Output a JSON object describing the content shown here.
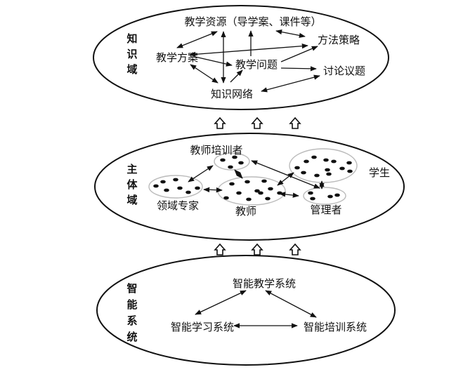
{
  "knowledge_domain": {
    "label_chars": [
      "知",
      "识",
      "域"
    ],
    "nodes": {
      "resources": "教学资源（导学案、课件等）",
      "methods": "方法策略",
      "plan": "教学方案",
      "problems": "教学问题",
      "topics": "讨论议题",
      "network": "知识网络"
    }
  },
  "subject_domain": {
    "label_chars": [
      "主",
      "体",
      "域"
    ],
    "nodes": {
      "trainer": "教师培训者",
      "student": "学生",
      "expert": "领域专家",
      "teacher": "教师",
      "manager": "管理者"
    }
  },
  "intelligent_system": {
    "label_chars": [
      "智",
      "能",
      "系",
      "统"
    ],
    "nodes": {
      "teaching": "智能教学系统",
      "learning": "智能学习系统",
      "training": "智能培训系统"
    }
  }
}
